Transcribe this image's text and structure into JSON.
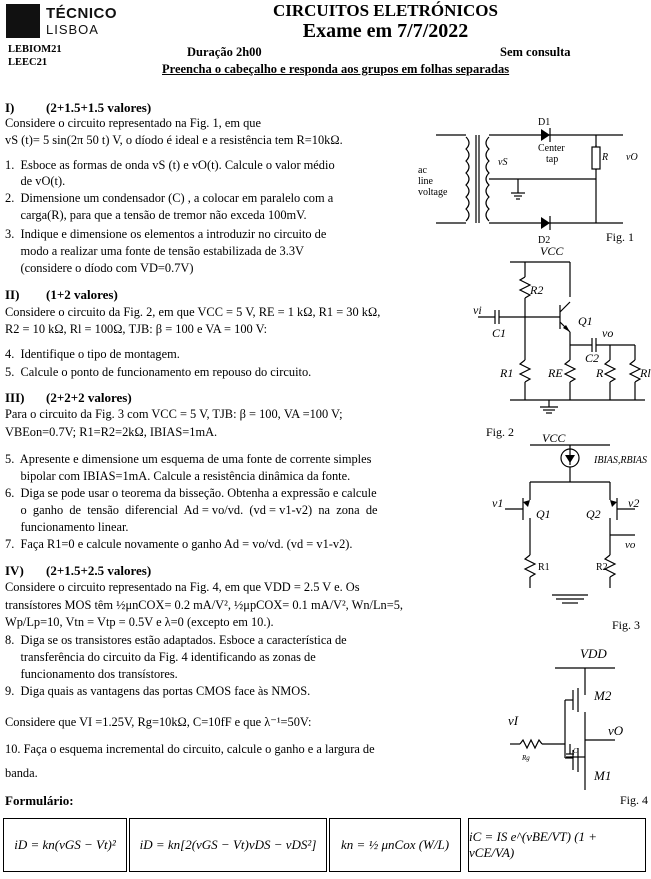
{
  "header": {
    "logo_line1": "TÉCNICO",
    "logo_line2": "LISBOA",
    "course1": "LEBIOM21",
    "course2": "LEEC21",
    "title": "CIRCUITOS ELETRÓNICOS",
    "subtitle": "Exame em 7/7/2022",
    "duration": "Duração 2h00",
    "consult": "Sem consulta",
    "instructions": "Preencha o cabeçalho e responda aos grupos em folhas separadas"
  },
  "group1": {
    "heading_num": "I)",
    "heading_val": "(2+1.5+1.5 valores)",
    "intro1": "Considere   o   circuito   representado   na   Fig. 1,   em   que",
    "intro2": "vS (t)= 5 sin(2π 50 t) V, o díodo é ideal e a resistência tem R=10kΩ.",
    "items": [
      "1.  Esboce as formas de onda vS (t) e vO(t). Calcule o valor médio",
      "     de vO(t).",
      "2.  Dimensione um condensador (C) , a colocar em paralelo com a",
      "     carga(R), para que a tensão de tremor não exceda 100mV.",
      "3.  Indique e dimensione os elementos a introduzir no circuito de",
      "     modo a realizar uma fonte de tensão estabilizada de 3.3V",
      "     (considere o díodo com VD=0.7V)"
    ]
  },
  "group2": {
    "heading_num": "II)",
    "heading_val": "(1+2 valores)",
    "intro1": "Considere o circuito da Fig. 2, em que VCC = 5 V, RE = 1 kΩ, R1 = 30 kΩ,",
    "intro2": "R2 = 10 kΩ, Rl = 100Ω, TJB: β = 100 e VA = 100 V:",
    "items": [
      "4.  Identifique o tipo de montagem.",
      "5.  Calcule o ponto de funcionamento em repouso do circuito."
    ]
  },
  "group3": {
    "heading_num": "III)",
    "heading_val": "(2+2+2 valores)",
    "intro1": "Para  o  circuito  da  Fig.  3  com  VCC = 5 V,  TJB:  β = 100,  VA =100 V;",
    "intro2": "VBEon=0.7V; R1=R2=2kΩ, IBIAS=1mA.",
    "items": [
      "5.  Apresente e dimensione um esquema de uma fonte de corrente simples",
      "     bipolar com IBIAS=1mA. Calcule a resistência dinâmica da fonte.",
      "6.  Diga se pode usar o teorema da bisseção. Obtenha a expressão e calcule",
      "     o  ganho  de  tensão  diferencial  Ad = vo/vd.  (vd = v1-v2)  na  zona  de",
      "     funcionamento linear.",
      "7.  Faça R1=0 e calcule novamente o ganho Ad = vo/vd. (vd = v1-v2)."
    ]
  },
  "group4": {
    "heading_num": "IV)",
    "heading_val": "(2+1.5+2.5 valores)",
    "intro1": "Considere o circuito representado na Fig. 4, em que VDD = 2.5 V e. Os",
    "intro2": "transístores MOS têm ½μnCOX= 0.2 mA/V², ½μpCOX= 0.1 mA/V², Wn/Ln=5,",
    "intro3": "Wp/Lp=10, Vtn = Vtp = 0.5V e λ=0 (excepto em 10.).",
    "items": [
      "8.  Diga se os transistores estão adaptados. Esboce a característica de",
      "     transferência do circuito da Fig. 4 identificando as zonas de",
      "     funcionamento dos transístores.",
      "9.  Diga quais as vantagens das portas CMOS face às NMOS."
    ],
    "extra1": "Considere que VI =1.25V, Rg=10kΩ, C=10fF e que λ⁻¹=50V:",
    "extra2": "10. Faça o esquema incremental do circuito, calcule o ganho e a largura de",
    "extra3": "banda."
  },
  "formulary": {
    "label": "Formulário:",
    "f1": "iD = kn(vGS − Vt)²",
    "f2": "iD = kn[2(vGS − Vt)vDS − vDS²]",
    "f3": "kn = ½ μnCox (W/L)",
    "f4": "iC = IS e^(vBE/VT) (1 + vCE/VA)"
  },
  "figures": {
    "fig1": {
      "label": "Fig. 1",
      "d1": "D1",
      "d2": "D2",
      "center": "Center",
      "tap": "tap",
      "r": "R",
      "vo": "vO",
      "vs": "vS",
      "ac1": "ac",
      "ac2": "line",
      "ac3": "voltage"
    },
    "fig2": {
      "label": "Fig. 2",
      "vcc": "VCC",
      "r2": "R2",
      "vi": "vi",
      "c1": "C1",
      "q1": "Q1",
      "vo": "vo",
      "c2": "C2",
      "r1": "R1",
      "re": "RE",
      "r": "R",
      "rl": "Rl"
    },
    "fig3": {
      "label": "Fig. 3",
      "vcc": "VCC",
      "ibias": "IBIAS,RBIAS",
      "v1": "v1",
      "v2": "v2",
      "q1": "Q1",
      "q2": "Q2",
      "vo": "vo",
      "r1": "R1",
      "r2": "R2"
    },
    "fig4": {
      "label": "Fig. 4",
      "vdd": "VDD",
      "m2": "M2",
      "m1": "M1",
      "vi": "vI",
      "vo": "vO",
      "rg": "Rg",
      "c": "C"
    }
  }
}
